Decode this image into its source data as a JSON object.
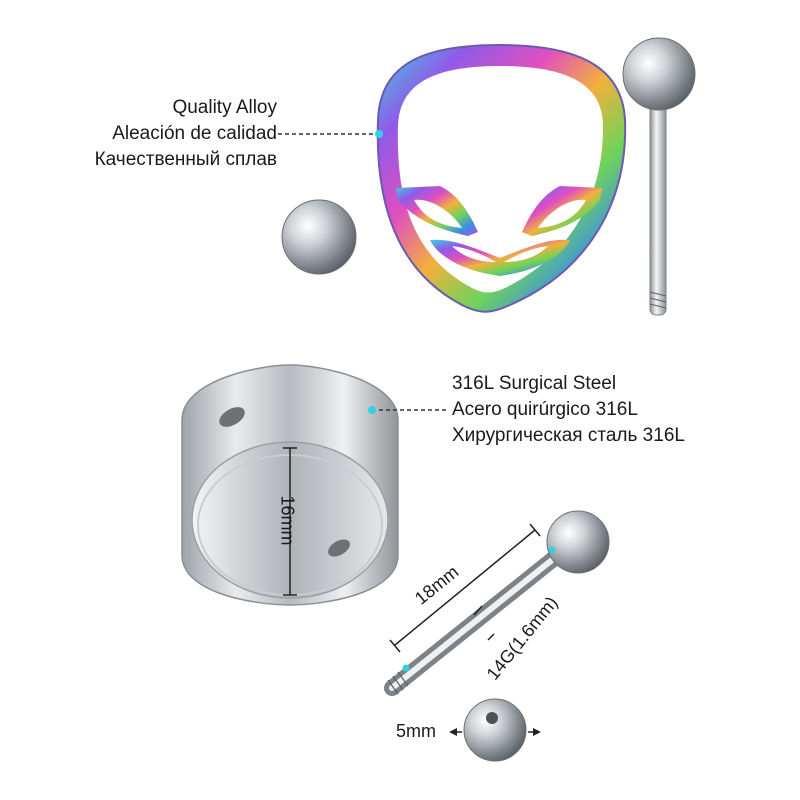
{
  "top_material": {
    "line1": "Quality Alloy",
    "line2": "Aleación de calidad",
    "line3": "Качественный сплав"
  },
  "bottom_material": {
    "line1": "316L Surgical Steel",
    "line2": "Acero quirúrgico 316L",
    "line3": "Хирургическая сталь 316L"
  },
  "dimensions": {
    "tube_height": "16mm",
    "bar_length": "18mm",
    "gauge": "14G(1.6mm)",
    "ball_size": "5mm"
  },
  "colors": {
    "marker": "#35d0e6",
    "steel": "#c8ccd0",
    "text": "#1a1a1a"
  }
}
